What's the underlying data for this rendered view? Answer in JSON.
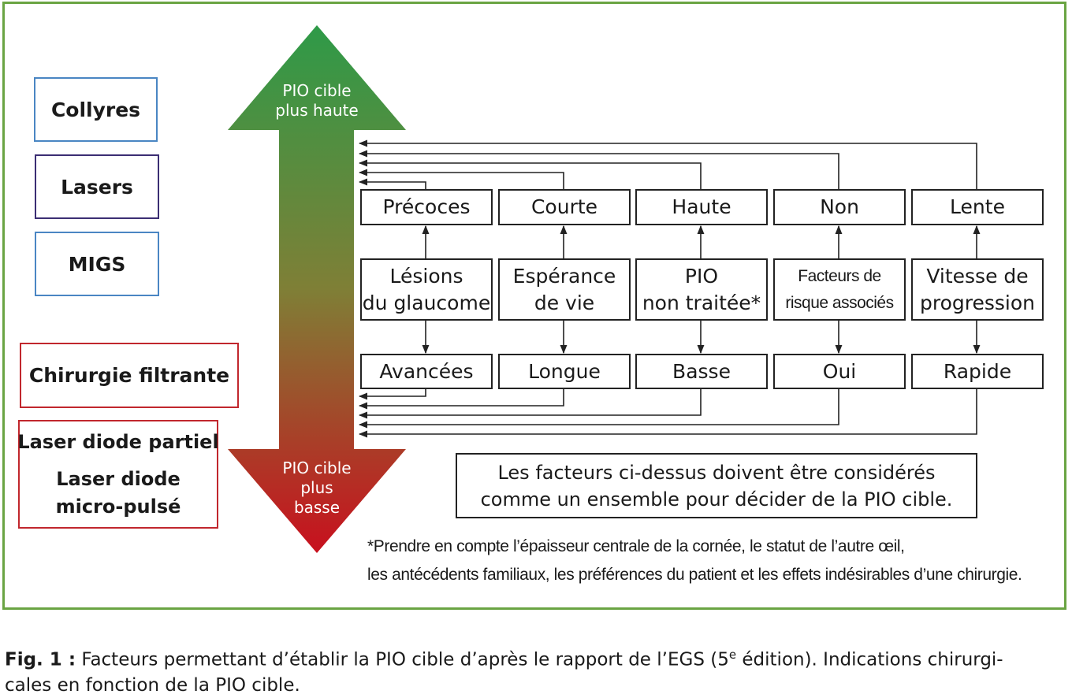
{
  "treatments": {
    "collyres": "Collyres",
    "lasers": "Lasers",
    "migs": "MIGS",
    "chirurgie_filtrante": "Chirurgie filtrante",
    "laser_diode_partiel": "Laser diode partiel",
    "laser_diode_micropulse_line1": "Laser diode",
    "laser_diode_micropulse_line2": "micro-pulsé"
  },
  "arrow": {
    "top_line1": "PIO cible",
    "top_line2": "plus haute",
    "bottom_line1": "PIO cible",
    "bottom_line2": "plus",
    "bottom_line3": "basse",
    "top_color": "#2e9a48",
    "bottom_color": "#c8101e"
  },
  "factors": [
    {
      "higher": "Précoces",
      "line1": "Lésions",
      "line2": "du glaucome",
      "lower": "Avancées"
    },
    {
      "higher": "Courte",
      "line1": "Espérance",
      "line2": "de vie",
      "lower": "Longue"
    },
    {
      "higher": "Haute",
      "line1": "PIO",
      "line2": "non traitée*",
      "lower": "Basse"
    },
    {
      "higher": "Non",
      "line1": "Facteurs de",
      "line2": "risque associés",
      "lower": "Oui"
    },
    {
      "higher": "Lente",
      "line1": "Vitesse de",
      "line2": "progression",
      "lower": "Rapide"
    }
  ],
  "note": {
    "line1": "Les facteurs ci-dessus doivent être considérés",
    "line2": "comme un ensemble pour décider de la PIO cible."
  },
  "footnote": {
    "line1": "*Prendre en compte l’épaisseur centrale de la cornée, le statut de l’autre œil,",
    "line2": "les antécédents familiaux, les préférences du patient et les effets indésirables d’une chirurgie."
  },
  "caption": {
    "label": "Fig. 1 :",
    "text_before_sup": " Facteurs permettant d’établir la PIO cible d’après le rapport de l’EGS (5",
    "sup": "e",
    "text_after_sup": " édition). Indications chirurgi-",
    "line2": "cales en fonction de la PIO cible."
  }
}
